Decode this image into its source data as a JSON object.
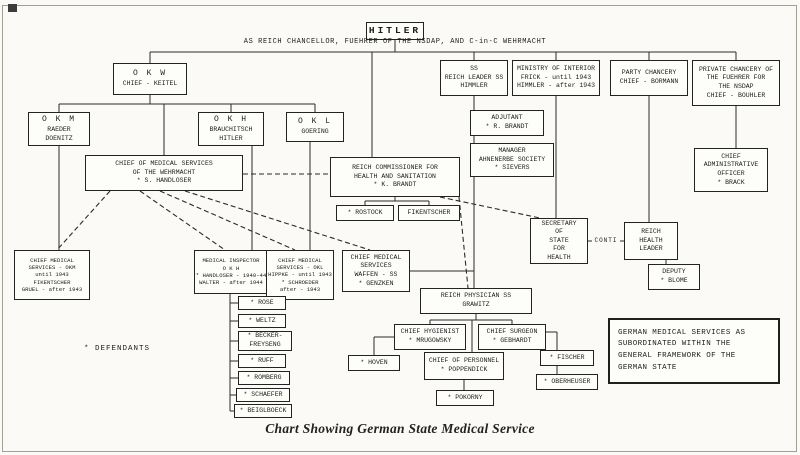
{
  "caption": "Chart Showing German State Medical Service",
  "subtitle": "AS REICH CHANCELLOR, FUEHRER OF THE NSDAP, AND C-in-C WEHRMACHT",
  "legend": {
    "defendants": "* DEFENDANTS"
  },
  "labels": {
    "conti": "CONTI"
  },
  "note": {
    "lines": [
      "GERMAN MEDICAL SERVICES AS",
      "SUBORDINATED WITHIN THE",
      "GENERAL FRAMEWORK OF THE",
      "GERMAN STATE"
    ]
  },
  "nodes": {
    "hitler": {
      "lines": [
        "HITLER"
      ]
    },
    "okw": {
      "lines": [
        "O K W",
        "CHIEF - KEITEL"
      ]
    },
    "okm": {
      "lines": [
        "O K M",
        "RAEDER",
        "DOENITZ"
      ]
    },
    "okh": {
      "lines": [
        "O K H",
        "BRAUCHITSCH",
        "HITLER"
      ]
    },
    "okl": {
      "lines": [
        "O K L",
        "GOERING"
      ]
    },
    "wehrmacht_chief": {
      "lines": [
        "CHIEF OF MEDICAL SERVICES",
        "OF THE WEHRMACHT",
        "* S. HANDLOSER"
      ]
    },
    "reich_commissioner": {
      "lines": [
        "REICH COMMISSIONER FOR",
        "HEALTH AND SANITATION",
        "* K. BRANDT"
      ]
    },
    "rostock": {
      "lines": [
        "* ROSTOCK"
      ]
    },
    "fikentscher": {
      "lines": [
        "FIKENTSCHER"
      ]
    },
    "ss_leader": {
      "lines": [
        "SS",
        "REICH LEADER SS",
        "HIMMLER"
      ]
    },
    "adjutant": {
      "lines": [
        "ADJUTANT",
        "* R. BRANDT"
      ]
    },
    "ahnenerbe": {
      "lines": [
        "MANAGER",
        "AHNENERBE SOCIETY",
        "* SIEVERS"
      ]
    },
    "ministry_interior": {
      "lines": [
        "MINISTRY OF INTERIOR",
        "FRICK - until 1943",
        "HIMMLER - after 1943"
      ]
    },
    "party_chancery": {
      "lines": [
        "PARTY CHANCERY",
        "CHIEF - BORMANN"
      ]
    },
    "private_chancery": {
      "lines": [
        "PRIVATE CHANCERY OF",
        "THE FUEHRER FOR",
        "THE NSDAP",
        "CHIEF - BOUHLER"
      ]
    },
    "admin_officer": {
      "lines": [
        "CHIEF",
        "ADMINISTRATIVE",
        "OFFICER",
        "* BRACK"
      ]
    },
    "secretary_health": {
      "lines": [
        "SECRETARY",
        "OF",
        "STATE",
        "FOR",
        "HEALTH"
      ]
    },
    "health_leader": {
      "lines": [
        "REICH",
        "HEALTH",
        "LEADER"
      ]
    },
    "deputy_blome": {
      "lines": [
        "DEPUTY",
        "* BLOME"
      ]
    },
    "okm_medical": {
      "lines": [
        "CHIEF MEDICAL",
        "SERVICES - OKM",
        "until 1943",
        "FIKENTSCHER",
        "GRUEL - after 1943"
      ]
    },
    "okh_inspector": {
      "lines": [
        "MEDICAL INSPECTOR",
        "O K H",
        "* HANDLOSER - 1940-44",
        "WALTER - after 1944"
      ]
    },
    "okl_medical": {
      "lines": [
        "CHIEF MEDICAL",
        "SERVICES - OKL",
        "HIPPKE - until 1943",
        "* SCHROEDER",
        "after - 1943"
      ]
    },
    "waffen_ss_medical": {
      "lines": [
        "CHIEF MEDICAL",
        "SERVICES",
        "WAFFEN - SS",
        "* GENZKEN"
      ]
    },
    "grawitz": {
      "lines": [
        "REICH PHYSICIAN SS",
        "GRAWITZ"
      ]
    },
    "mrugowsky": {
      "lines": [
        "CHIEF HYGIENIST",
        "* MRUGOWSKY"
      ]
    },
    "gebhardt": {
      "lines": [
        "CHIEF SURGEON",
        "* GEBHARDT"
      ]
    },
    "hoven": {
      "lines": [
        "* HOVEN"
      ]
    },
    "poppendick": {
      "lines": [
        "CHIEF OF PERSONNEL",
        "* POPPENDICK"
      ]
    },
    "fischer": {
      "lines": [
        "* FISCHER"
      ]
    },
    "oberheuser": {
      "lines": [
        "* OBERHEUSER"
      ]
    },
    "pokorny": {
      "lines": [
        "* POKORNY"
      ]
    },
    "rose": {
      "lines": [
        "* ROSE"
      ]
    },
    "weltz": {
      "lines": [
        "* WELTZ"
      ]
    },
    "becker_freyseng": {
      "lines": [
        "* BECKER-",
        "FREYSENG"
      ]
    },
    "ruff": {
      "lines": [
        "* RUFF"
      ]
    },
    "romberg": {
      "lines": [
        "* ROMBERG"
      ]
    },
    "schaefer": {
      "lines": [
        "* SCHAEFER"
      ]
    },
    "beiglboeck": {
      "lines": [
        "* BEIGLBOECK"
      ]
    }
  }
}
